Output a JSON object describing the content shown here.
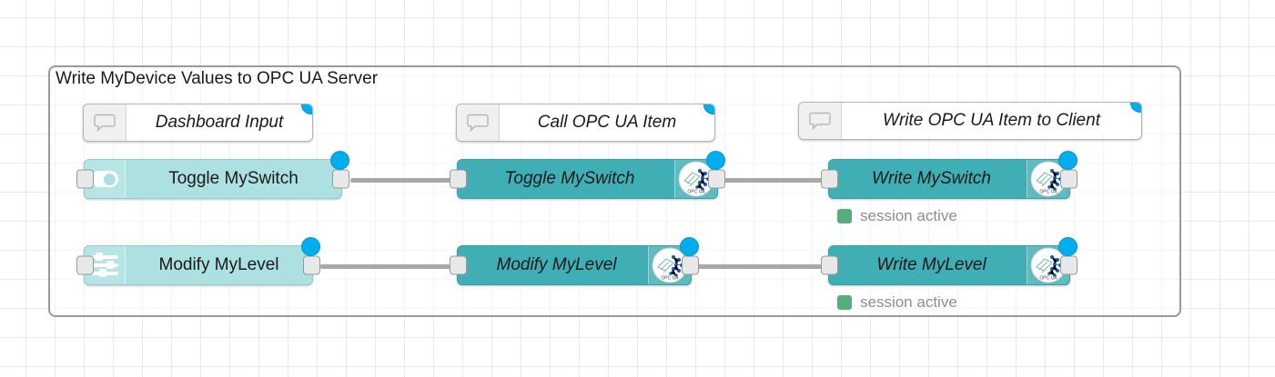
{
  "editor": {
    "grid": "32px",
    "background_color": "#ffffff",
    "grid_color": "#e8e8e8"
  },
  "group": {
    "label": "Write MyDevice Values to OPC UA Server",
    "border_color": "#9a9a9a"
  },
  "colors": {
    "dashboard_node": "#ade0e0",
    "opcua_node": "#3fafb5",
    "change_dot": "#00aeef",
    "status_ok": "#57ad7f",
    "wire": "#a8a8a8",
    "port": "#e8e8e8"
  },
  "comments": [
    {
      "label": "Dashboard Input",
      "icon": "comment-icon"
    },
    {
      "label": "Call OPC UA Item",
      "icon": "comment-icon"
    },
    {
      "label": "Write OPC UA Item to Client",
      "icon": "comment-icon"
    }
  ],
  "nodes": {
    "toggle_switch": {
      "label": "Toggle MySwitch",
      "icon": "toggle-switch-icon",
      "type": "dashboard"
    },
    "modify_level": {
      "label": "Modify MyLevel",
      "icon": "slider-icon",
      "type": "dashboard"
    },
    "opcua_toggle": {
      "label": "Toggle MySwitch",
      "icon": "opcua-logo-icon",
      "type": "opcua"
    },
    "opcua_modify": {
      "label": "Modify MyLevel",
      "icon": "opcua-logo-icon",
      "type": "opcua"
    },
    "write_switch": {
      "label": "Write MySwitch",
      "icon": "opcua-logo-icon",
      "type": "opcua"
    },
    "write_level": {
      "label": "Write MyLevel",
      "icon": "opcua-logo-icon",
      "type": "opcua"
    }
  },
  "statuses": [
    {
      "text": "session active",
      "color": "#57ad7f"
    },
    {
      "text": "session active",
      "color": "#57ad7f"
    }
  ],
  "badge": {
    "text": "OPC UA"
  }
}
